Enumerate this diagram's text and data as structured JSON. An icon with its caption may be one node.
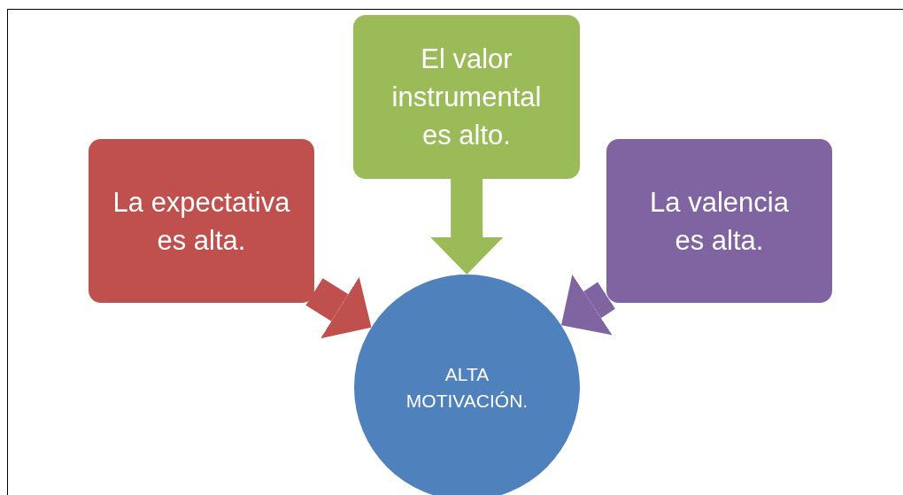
{
  "diagram": {
    "nodes": [
      {
        "text": [
          "La expectativa es alta."
        ]
      },
      {
        "text": [
          "El valor instrumental es alto."
        ]
      },
      {
        "text": [
          "La valencia es alta."
        ]
      },
      {
        "text": [
          "ALTA MOTIVACIÓN."
        ]
      }
    ],
    "edges": [
      {
        "from": 0,
        "to": 3,
        "arrow": "to",
        "color": "#c0504d"
      },
      {
        "from": 1,
        "to": 3,
        "arrow": "to",
        "color": "#9bbb59"
      },
      {
        "from": 2,
        "to": 3,
        "arrow": "to",
        "color": "#8064a2"
      }
    ]
  }
}
